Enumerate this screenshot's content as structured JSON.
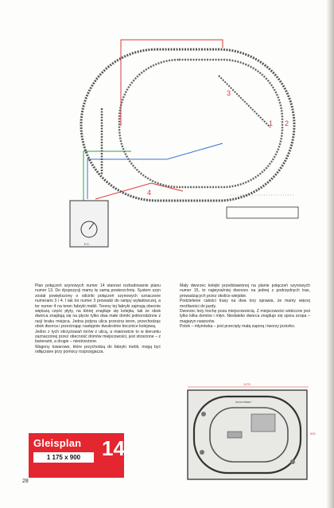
{
  "page": {
    "number": "28"
  },
  "plan": {
    "title": "Gleisplan",
    "number": "14",
    "size": "1 175 x 900"
  },
  "diagram_top": {
    "track_labels": [
      "1",
      "2",
      "3",
      "4"
    ],
    "control_label": "F.C."
  },
  "diagram_bottom": {
    "width_label": "1175",
    "height_label": "900",
    "building_label": "HOHLSTREET"
  },
  "text_left": [
    "Plan połączeń szynowych numer 14 stanowi rozbudowanie planu numer 13. Do dyspozycji mamy tę samą powierzchnię. System szyn został powiększony o odcinki połączeń szynowych oznaczone numerami 3 i 4. I tak tor numer 3 prowadzi do rampy wyładowczej, a tor numer 4 na teren fabryki mebli. Tereny tej fabryki zajmują obecnie większą część płyty, na której znajduje się kolejka, tak że obok dworca znajdują się na płycie tylko dwa małe domki jednorodzinne z racji braku miejsca. Jedna jedyna ulica przecina teren, przechodząc obok dworca i przecinając następnie dwukrotnie bocznice kolejową.",
    "Jedno z tych skrzyżowań torów z ulicą, a mianowicie to w kierunku zaznaczonej przez obecność domów miejscowości, jest strzeżone – z barierami, a drugie – niestrzeżone.",
    "Wagony towarowe, które przychodzą do fabryki mebli, mogą być odłączane przy pomocy rozprzęgacza."
  ],
  "text_right": [
    "Mały dworzec kolejki przedstawionej na planie połączeń szynowych numer 15, to najwyraźniej dworzec na jednej z podrzędnych tras, prowadzących przez okolice wiejskie.",
    "Podzielenie całości trasy na dwa tory sprawia, że mamy więcej możliwości do jazdy.",
    "Dworzec leży trochę poza miejscowością. Z miejscowości widoczne jest tylko kilka domów i młyn. Niedaleko dworca znajduje się spora szopa – magazyn nawozów.",
    "Potok – młynówka – jest przecięty małą zaporą i tworzy jeziorko."
  ],
  "colors": {
    "accent": "#e3262f",
    "wire_red": "#d93a3a",
    "wire_blue": "#3a6fd9",
    "wire_green": "#2e9e4f",
    "track": "#555555"
  }
}
